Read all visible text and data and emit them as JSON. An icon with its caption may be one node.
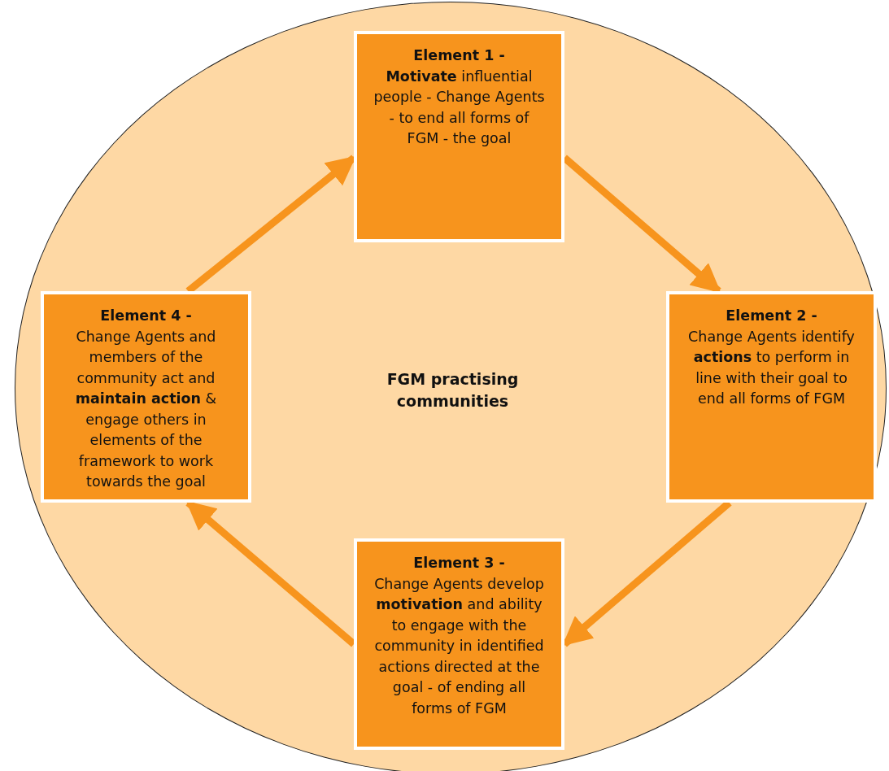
{
  "diagram": {
    "nodes": [
      {
        "text": [
          "FGM practising communities"
        ]
      },
      {
        "text": [
          "Element 1 -",
          "**Motivate** influential people - Change Agents - to end all forms of FGM - the goal"
        ],
        "in": 0
      },
      {
        "text": [
          "Element 2 -",
          "Change Agents identify **actions** to perform in line with their goal to end all forms of FGM"
        ],
        "in": 0
      },
      {
        "text": [
          "Element 3 -",
          "Change Agents develop **motivation** and ability to engage with the community in identified actions directed at the goal - of ending all forms of FGM"
        ],
        "in": 0
      },
      {
        "text": [
          "Element 4 -",
          "Change Agents and members of the community act and **maintain action** & engage others in elements of the framework to work towards the goal"
        ],
        "in": 0
      }
    ],
    "edges": [
      {
        "from": 1,
        "to": 2,
        "arrow": "to"
      },
      {
        "from": 2,
        "to": 3,
        "arrow": "to"
      },
      {
        "from": 3,
        "to": 4,
        "arrow": "to"
      },
      {
        "from": 4,
        "to": 1,
        "arrow": "to"
      }
    ]
  }
}
